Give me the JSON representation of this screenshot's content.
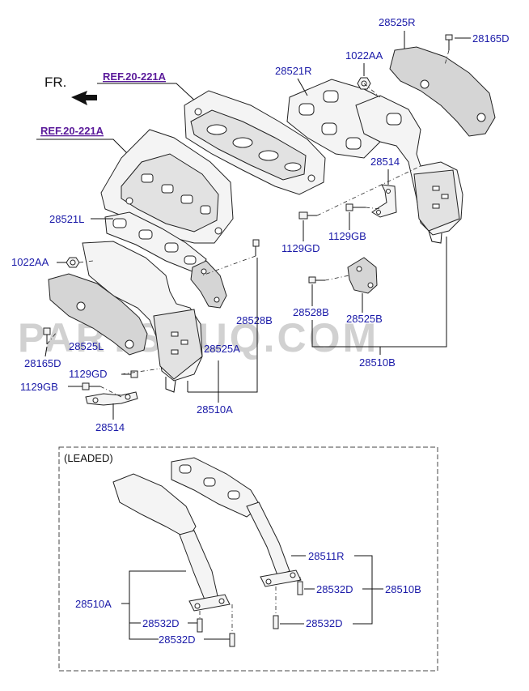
{
  "watermark": "PARTSOUQ.COM",
  "direction": "FR.",
  "refs": [
    "REF.20-221A",
    "REF.20-221A"
  ],
  "leaded_label": "(LEADED)",
  "labels": {
    "p28525R": "28525R",
    "p28165D_r": "28165D",
    "p1022AA_r": "1022AA",
    "p28521R": "28521R",
    "p28514_r": "28514",
    "p1129GD_r": "1129GD",
    "p1129GB_r": "1129GB",
    "p28528B_r": "28528B",
    "p28525B": "28525B",
    "p28510B": "28510B",
    "p28521L": "28521L",
    "p1022AA_l": "1022AA",
    "p28528B_l": "28528B",
    "p28165D_l": "28165D",
    "p28525L": "28525L",
    "p28525A": "28525A",
    "p1129GD_l": "1129GD",
    "p1129GB_l": "1129GB",
    "p28514_l": "28514",
    "p28510A": "28510A",
    "p28511R": "28511R",
    "p28532D_1": "28532D",
    "p28510B_leaded": "28510B",
    "p28532D_2": "28532D",
    "p28510A_leaded": "28510A",
    "p28532D_3": "28532D",
    "p28532D_4": "28532D"
  }
}
